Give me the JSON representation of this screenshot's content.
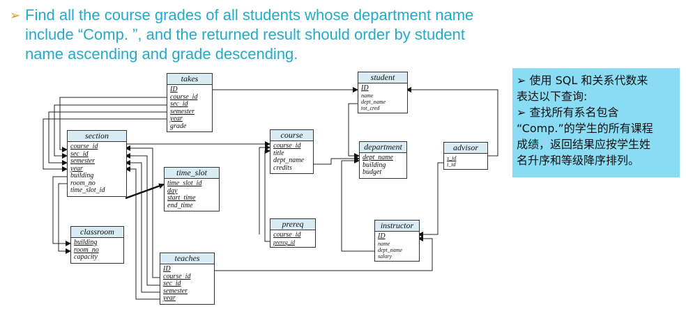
{
  "prompt": {
    "bullet_icon": "arrow-bullet-icon",
    "lines": [
      "Find all the course grades of all students whose department name",
      "include “Comp. ”, and the returned result should order by student",
      "name ascending and grade  descending."
    ]
  },
  "tables": {
    "takes": {
      "title": "takes",
      "attrs": [
        "ID",
        "course_id",
        "sec_id",
        "semester",
        "year",
        "grade"
      ]
    },
    "student": {
      "title": "student",
      "attrs": [
        "ID",
        "name",
        "dept_name",
        "tot_cred"
      ]
    },
    "section": {
      "title": "section",
      "attrs": [
        "course_id",
        "sec_id",
        "semester",
        "year",
        "building",
        "room_no",
        "time_slot_id"
      ]
    },
    "course": {
      "title": "course",
      "attrs": [
        "course_id",
        "title",
        "dept_name",
        "credits"
      ]
    },
    "department": {
      "title": "department",
      "attrs": [
        "dept_name",
        "building",
        "budget"
      ]
    },
    "advisor": {
      "title": "advisor",
      "attrs": [
        "s_id",
        "i_id"
      ]
    },
    "time_slot": {
      "title": "time_slot",
      "attrs": [
        "time_slot_id",
        "day",
        "start_time",
        "end_time"
      ]
    },
    "prereq": {
      "title": "prereq",
      "attrs": [
        "course_id",
        "prereq_id"
      ]
    },
    "instructor": {
      "title": "instructor",
      "attrs": [
        "ID",
        "name",
        "dept_name",
        "salary"
      ]
    },
    "classroom": {
      "title": "classroom",
      "attrs": [
        "building",
        "room_no",
        "capacity"
      ]
    },
    "teaches": {
      "title": "teaches",
      "attrs": [
        "ID",
        "course_id",
        "sec_id",
        "semester",
        "year"
      ]
    }
  },
  "note": {
    "bullet": "➢",
    "lines": [
      "➢ 使用 SQL 和关系代数来",
      "表达以下查询:",
      "➢ 查找所有系名包含",
      "“Comp.”的学生的所有课程",
      "成绩，返回结果应按学生姓",
      "名升序和等级降序排列。"
    ]
  },
  "colors": {
    "prompt_text": "#22aacc",
    "bullet": "#e8951f",
    "table_header": "#d9ecf3",
    "note_bg": "#89dcf3"
  }
}
